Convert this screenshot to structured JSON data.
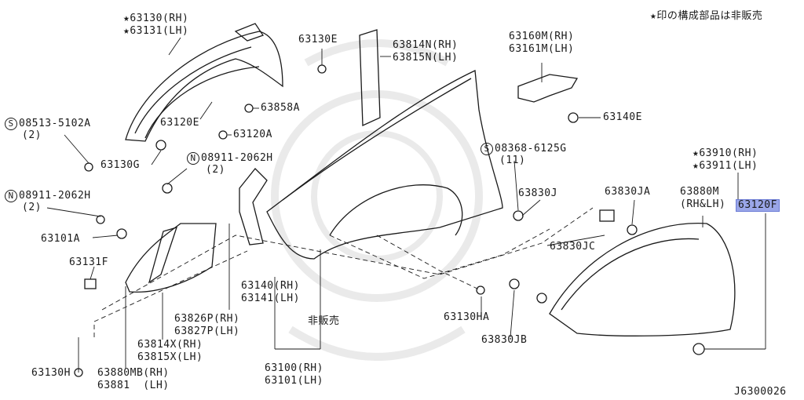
{
  "header_note": "★印の構成部品は非販売",
  "diagram_code": "J6300026",
  "highlight_color": "#9aa6e8",
  "labels": {
    "p63130_rh": "★63130(RH)",
    "p63131_lh": "★63131(LH)",
    "p63130E": "63130E",
    "p63814N_rh": "63814N(RH)",
    "p63815N_lh": "63815N(LH)",
    "p63160M_rh": "63160M(RH)",
    "p63161M_lh": "63161M(LH)",
    "p08513": "08513-5102A",
    "p08513_qty": "(2)",
    "p63120E": "63120E",
    "p63858A": "63858A",
    "p63120A": "63120A",
    "p63140E": "63140E",
    "p63130G": "63130G",
    "p08911_a": "08911-2062H",
    "p08911_a_qty": "(2)",
    "p08368": "08368-6125G",
    "p08368_qty": "(11)",
    "p63910_rh": "★63910(RH)",
    "p63911_lh": "★63911(LH)",
    "p08911_b": "08911-2062H",
    "p08911_b_qty": "(2)",
    "p63830J": "63830J",
    "p63830JA": "63830JA",
    "p63880M": "63880M",
    "p63880M_side": "(RH&LH)",
    "p63120F": "63120F",
    "p63101A": "63101A",
    "p63830JC": "63830JC",
    "p63131F": "63131F",
    "p63140_rh": "63140(RH)",
    "p63141_lh": "63141(LH)",
    "p63826P_rh": "63826P(RH)",
    "p63827P_lh": "63827P(LH)",
    "not_for_sale": "非販売",
    "p63130HA": "63130HA",
    "p63814X_rh": "63814X(RH)",
    "p63815X_lh": "63815X(LH)",
    "p63830JB": "63830JB",
    "p63100_rh": "63100(RH)",
    "p63101_lh": "63101(LH)",
    "p63130H": "63130H",
    "p63880MB_rh": "63880MB(RH)",
    "p63881_lh": "63881  (LH)",
    "circle_S": "S",
    "circle_N": "N"
  }
}
